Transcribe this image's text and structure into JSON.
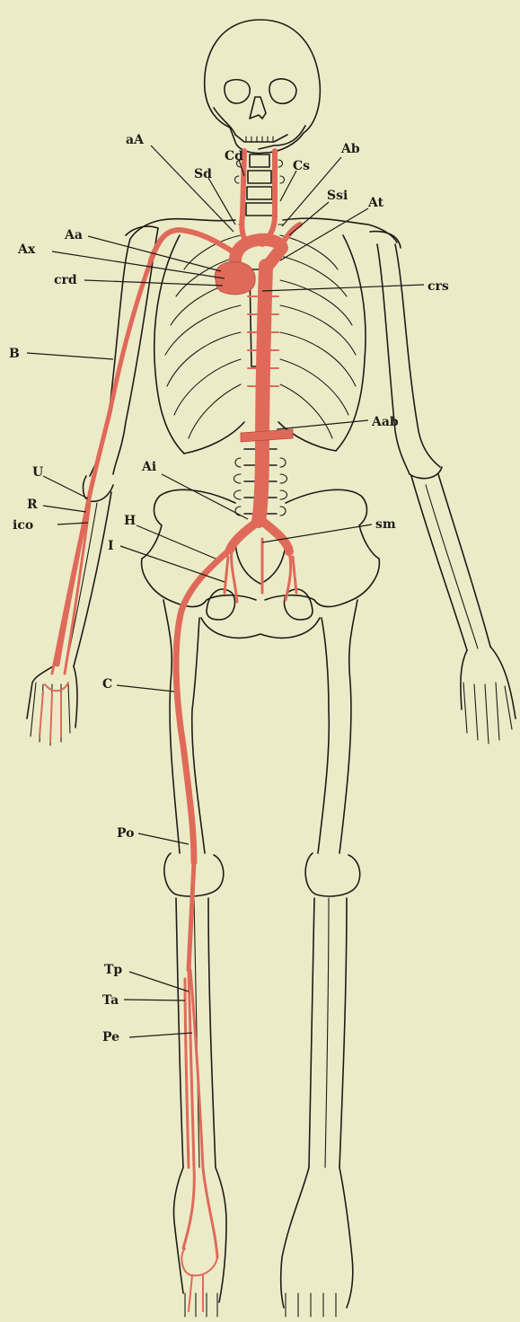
{
  "colors": {
    "background": "#ecebc8",
    "bone_outline": "#1e1c17",
    "artery": "#e06a5a",
    "label_text": "#1e1c17"
  },
  "labels": {
    "aA": "aA",
    "Cd": "Cd",
    "Sd": "Sd",
    "Cs": "Cs",
    "Ab": "Ab",
    "Ssi": "Ssi",
    "At": "At",
    "Aa": "Aa",
    "Ax": "Ax",
    "crd": "crd",
    "crs": "crs",
    "B": "B",
    "Aab": "Aab",
    "Ai": "Ai",
    "U": "U",
    "R": "R",
    "ico": "ico",
    "H": "H",
    "I": "I",
    "sm": "sm",
    "C": "C",
    "Po": "Po",
    "Tp": "Tp",
    "Ta": "Ta",
    "Pe": "Pe"
  }
}
